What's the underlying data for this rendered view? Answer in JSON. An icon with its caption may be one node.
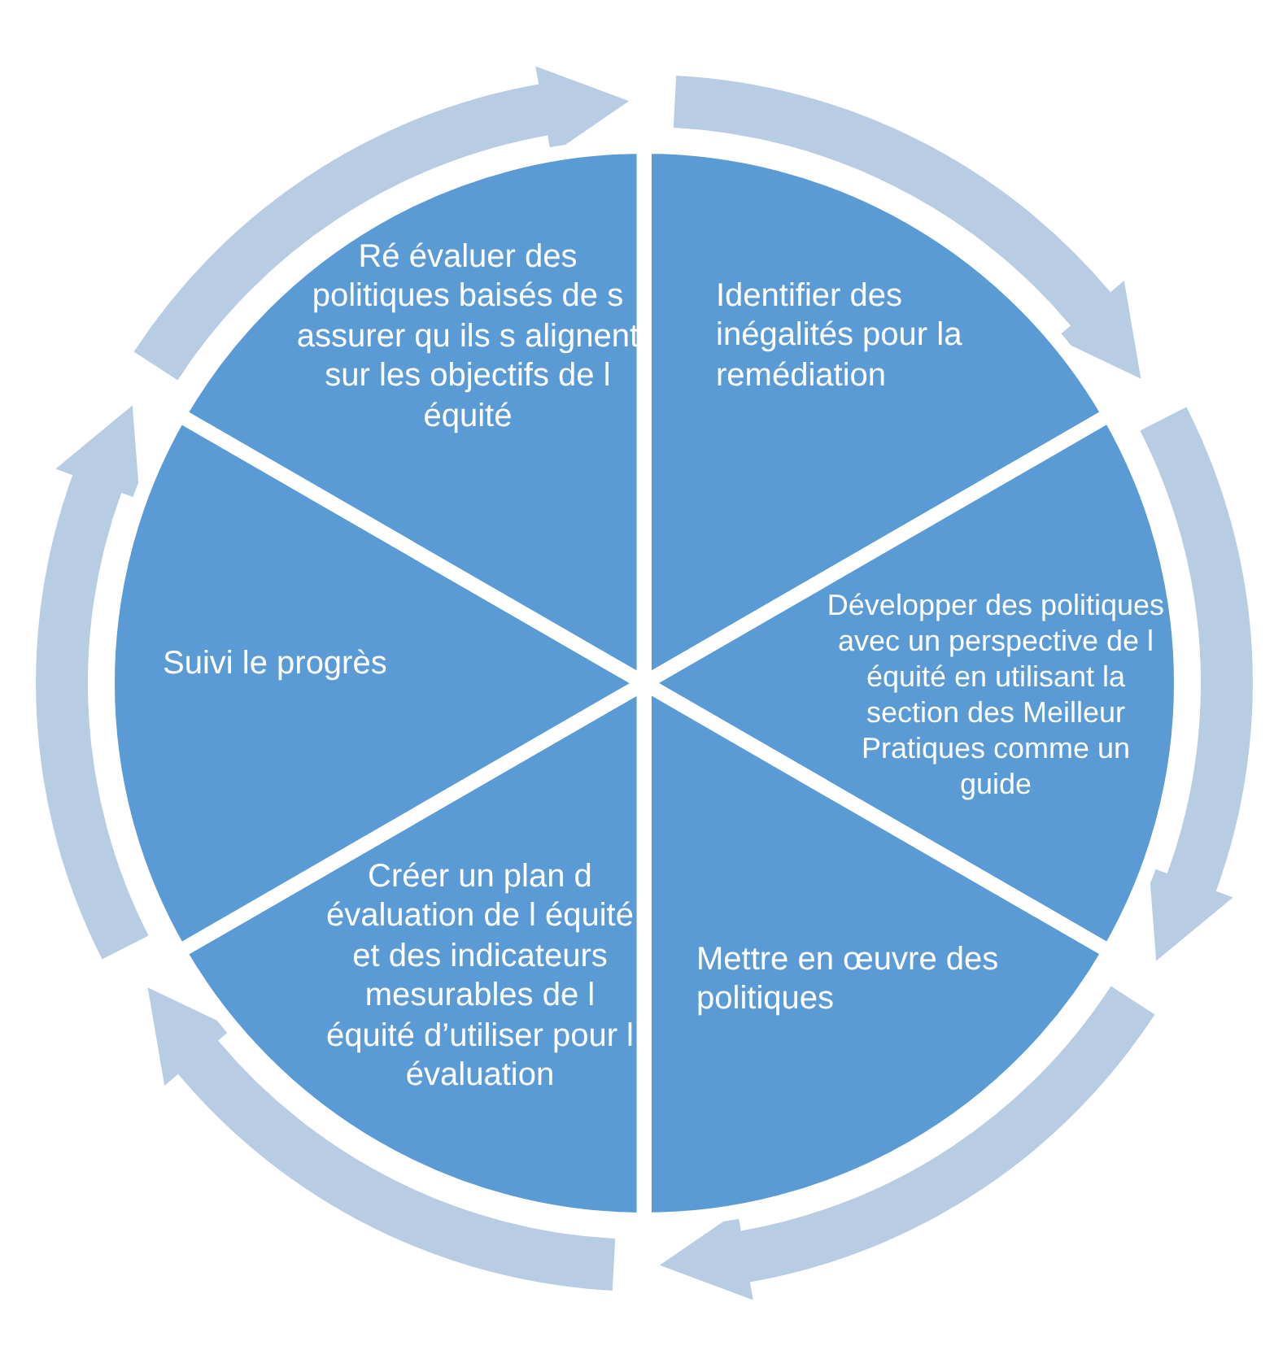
{
  "diagram": {
    "nodes": [
      {
        "text": [
          "Identifier des inégalités pour la remédiation"
        ]
      },
      {
        "text": [
          "Développer des politiques avec un perspective de l équité en utilisant la section des Meilleur Pratiques comme un guide"
        ]
      },
      {
        "text": [
          "Mettre en œuvre des politiques"
        ]
      },
      {
        "text": [
          "Créer un plan d évaluation de l équité et des indicateurs mesurables de l équité d’utiliser pour l évaluation"
        ]
      },
      {
        "text": [
          "Suivi le progrès"
        ]
      },
      {
        "text": [
          "Ré évaluer des politiques baisés de s assurer qu ils s alignent sur les objectifs de l équité"
        ]
      }
    ],
    "edges": [
      {
        "from": 0,
        "to": 1,
        "arrow": "to"
      },
      {
        "from": 1,
        "to": 2,
        "arrow": "to"
      },
      {
        "from": 2,
        "to": 3,
        "arrow": "to"
      },
      {
        "from": 3,
        "to": 4,
        "arrow": "to"
      },
      {
        "from": 4,
        "to": 5,
        "arrow": "to"
      },
      {
        "from": 5,
        "to": 0,
        "arrow": "to"
      }
    ]
  }
}
